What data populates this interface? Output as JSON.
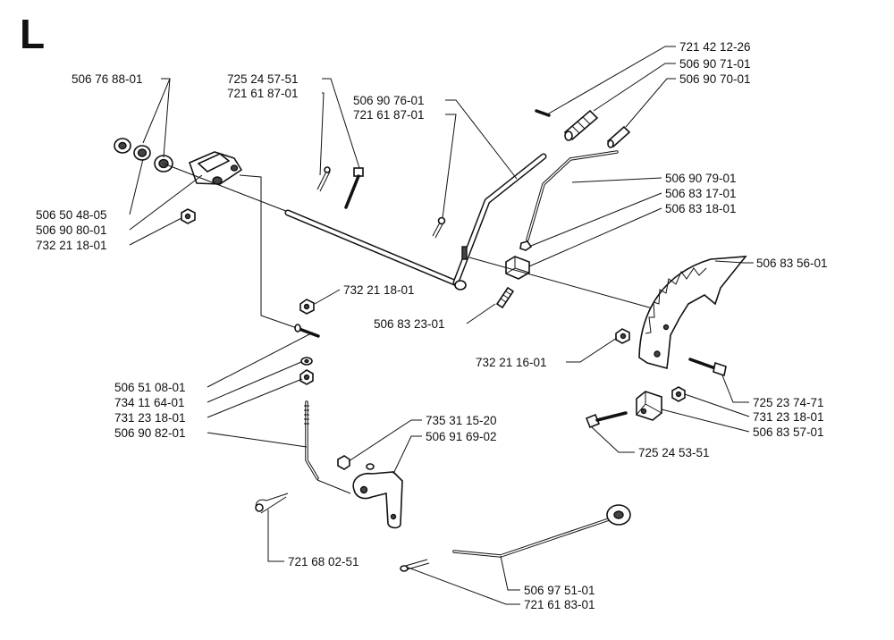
{
  "section_letter": "L",
  "labels": {
    "p_506_76_88_01": "506 76 88-01",
    "p_725_24_57_51": "725 24 57-51",
    "p_721_61_87_01_a": "721 61 87-01",
    "p_506_90_76_01": "506 90 76-01",
    "p_721_61_87_01_b": "721 61 87-01",
    "p_721_42_12_26": "721 42 12-26",
    "p_506_90_71_01": "506 90 71-01",
    "p_506_90_70_01": "506 90 70-01",
    "p_506_90_79_01": "506 90 79-01",
    "p_506_83_17_01": "506 83 17-01",
    "p_506_83_18_01": "506 83 18-01",
    "p_506_50_48_05": "506 50 48-05",
    "p_506_90_80_01": "506 90 80-01",
    "p_732_21_18_01_a": "732 21 18-01",
    "p_506_83_56_01": "506 83 56-01",
    "p_732_21_18_01_b": "732 21 18-01",
    "p_506_83_23_01": "506 83 23-01",
    "p_732_21_16_01": "732 21 16-01",
    "p_506_51_08_01": "506 51 08-01",
    "p_734_11_64_01": "734 11 64-01",
    "p_731_23_18_01_a": "731 23 18-01",
    "p_506_90_82_01": "506 90 82-01",
    "p_725_23_74_71": "725 23 74-71",
    "p_731_23_18_01_b": "731 23 18-01",
    "p_506_83_57_01": "506 83 57-01",
    "p_735_31_15_20": "735 31 15-20",
    "p_506_91_69_02": "506 91 69-02",
    "p_725_24_53_51": "725 24 53-51",
    "p_721_68_02_51": "721 68 02-51",
    "p_506_97_51_01": "506 97 51-01",
    "p_721_61_83_01": "721 61 83-01"
  }
}
